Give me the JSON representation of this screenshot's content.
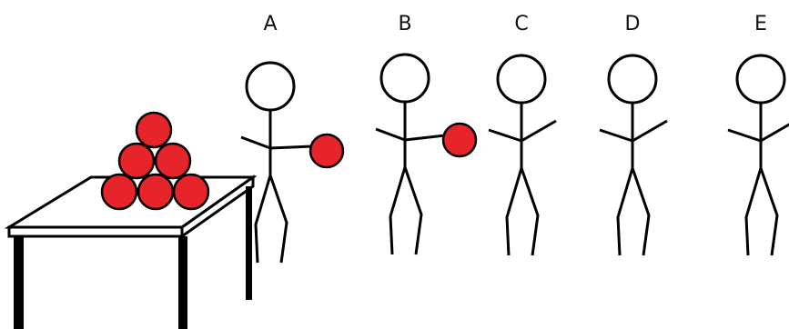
{
  "title": "",
  "figures": [
    {
      "label": "A",
      "holds_ball": true
    },
    {
      "label": "B",
      "holds_ball": true
    },
    {
      "label": "C",
      "holds_ball": false
    },
    {
      "label": "D",
      "holds_ball": false
    },
    {
      "label": "E",
      "holds_ball": false
    }
  ],
  "table": {
    "balls_on_table": 6,
    "layout": "pyramid 3-2-1"
  },
  "colors": {
    "ball": "#e8242b",
    "stroke": "#000000",
    "background": "#ffffff"
  }
}
